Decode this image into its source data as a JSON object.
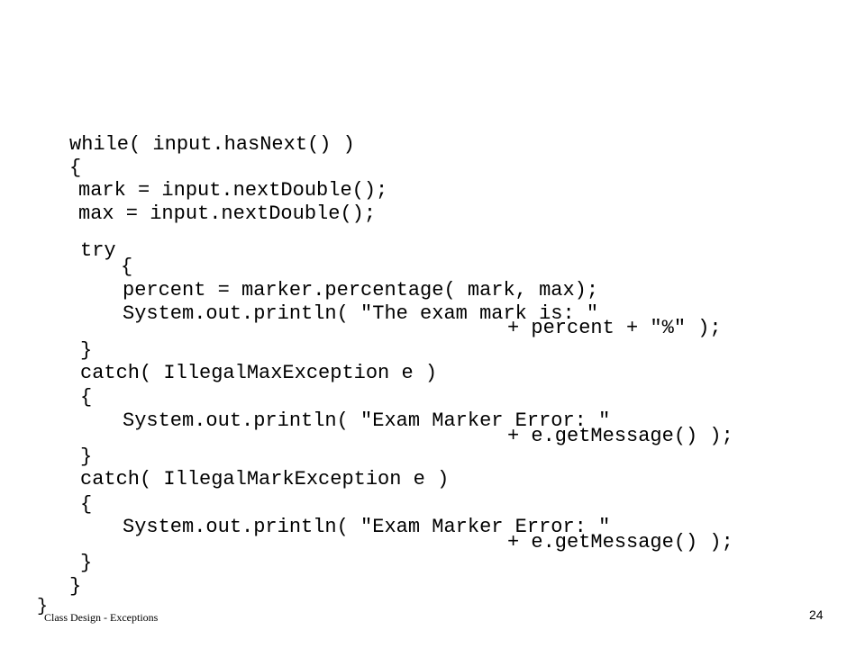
{
  "code": {
    "while_line": "while( input.hasNext() )",
    "open_brace_outer": "{",
    "mark_line": "mark = input.nextDouble();",
    "max_line": "max = input.nextDouble();",
    "try_keyword": "try",
    "try_open_brace": "{",
    "percent_line": "percent = marker.percentage( mark, max);",
    "println_exam_line": "System.out.println( \"The exam mark is: \"",
    "println_exam_cont": "+ percent + \"%\" );",
    "try_close_brace": "}",
    "catch_max_line": "catch( IllegalMaxException e )",
    "catch_max_open": "{",
    "println_error_max": "System.out.println( \"Exam Marker Error: \"",
    "println_error_max_cont": "+ e.getMessage() );",
    "catch_max_close": "}",
    "catch_mark_line": "catch( IllegalMarkException e )",
    "catch_mark_open": "{",
    "println_error_mark": "System.out.println( \"Exam Marker Error: \"",
    "println_error_mark_cont": "+ e.getMessage() );",
    "catch_mark_close": "}",
    "close_brace_outer": "}"
  },
  "footer": {
    "brace": "}",
    "title": "Class Design - Exceptions",
    "page_number": "24"
  }
}
